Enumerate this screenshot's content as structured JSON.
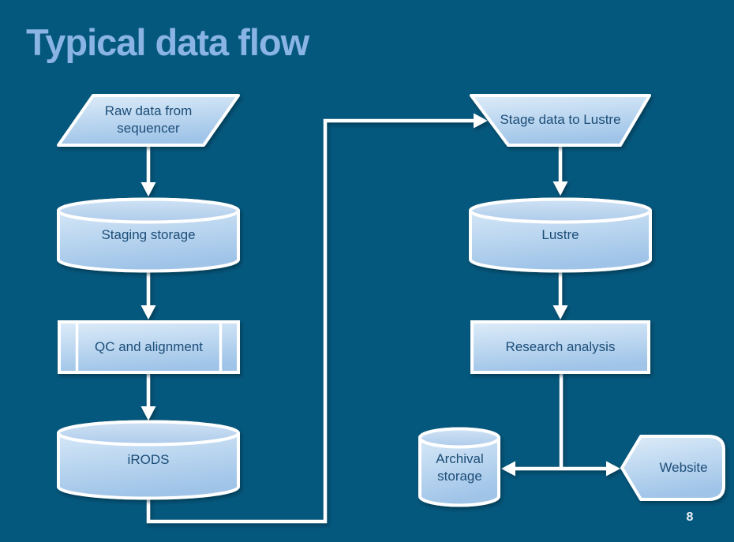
{
  "slide": {
    "title": "Typical data flow",
    "page_number": "8"
  },
  "nodes": {
    "raw_data": {
      "label": "Raw data from sequencer",
      "shape": "parallelogram"
    },
    "staging_storage": {
      "label": "Staging storage",
      "shape": "cylinder"
    },
    "qc_alignment": {
      "label": "QC and alignment",
      "shape": "predefined-process"
    },
    "irods": {
      "label": "iRODS",
      "shape": "cylinder"
    },
    "stage_to_lustre": {
      "label": "Stage data to Lustre",
      "shape": "trapezoid"
    },
    "lustre": {
      "label": "Lustre",
      "shape": "cylinder"
    },
    "research_analysis": {
      "label": "Research analysis",
      "shape": "rectangle"
    },
    "archival_storage": {
      "label": "Archival storage",
      "shape": "cylinder"
    },
    "website": {
      "label": "Website",
      "shape": "display"
    }
  },
  "edges": [
    {
      "from": "raw_data",
      "to": "staging_storage"
    },
    {
      "from": "staging_storage",
      "to": "qc_alignment"
    },
    {
      "from": "qc_alignment",
      "to": "irods"
    },
    {
      "from": "irods",
      "to": "stage_to_lustre"
    },
    {
      "from": "stage_to_lustre",
      "to": "lustre"
    },
    {
      "from": "lustre",
      "to": "research_analysis"
    },
    {
      "from": "research_analysis",
      "to": "archival_storage"
    },
    {
      "from": "research_analysis",
      "to": "website"
    }
  ],
  "colors": {
    "background": "#05587d",
    "shape_fill_light": "#ddecf9",
    "shape_fill_dark": "#9fc4e8",
    "shape_stroke": "#ffffff",
    "node_text": "#1d4e78",
    "title_text": "#8ab4e3",
    "arrow": "#ffffff",
    "page_number_text": "#e9eff6"
  }
}
